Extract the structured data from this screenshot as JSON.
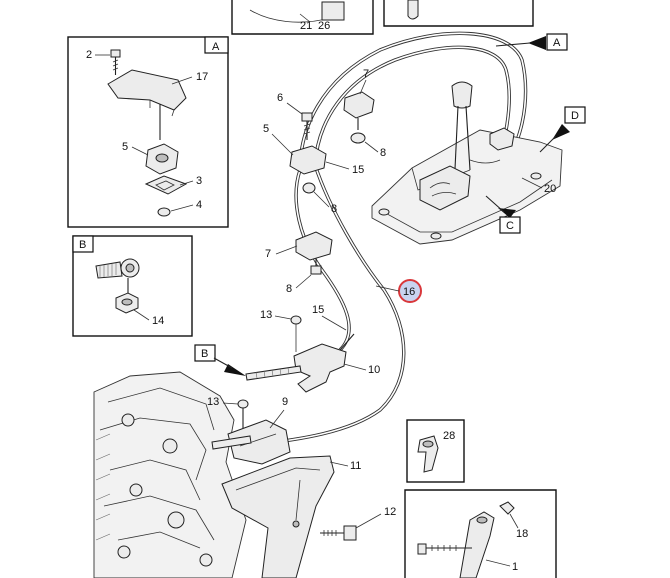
{
  "detail_tags": {
    "a": "A",
    "b": "B",
    "c": "C",
    "d": "D"
  },
  "callouts": {
    "n1": "1",
    "n2": "2",
    "n3": "3",
    "n4": "4",
    "n5": "5",
    "n6": "6",
    "n7": "7",
    "n8": "8",
    "n9": "9",
    "n10": "10",
    "n11": "11",
    "n12": "12",
    "n13": "13",
    "n14": "14",
    "n15": "15",
    "n16": "16",
    "n17": "17",
    "n18": "18",
    "n20": "20",
    "n21": "21",
    "n26": "26",
    "n28": "28"
  },
  "colors": {
    "highlight_ring": "#d9373b",
    "highlight_fill": "#c9d3f0"
  }
}
